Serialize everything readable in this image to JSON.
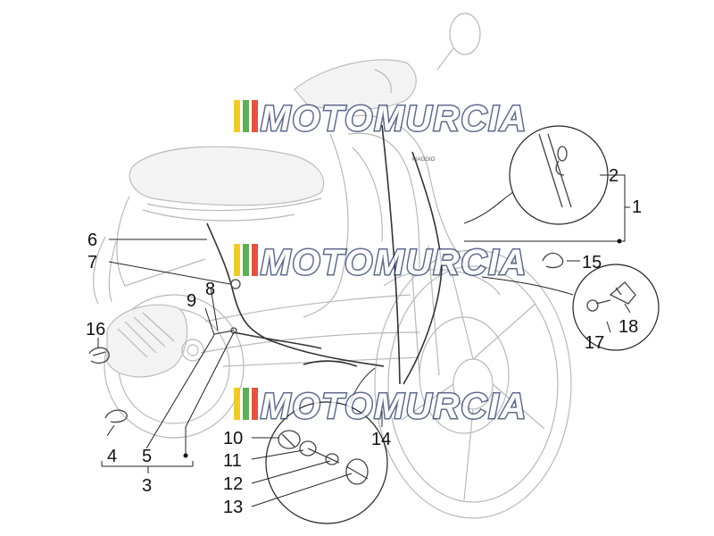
{
  "watermark": {
    "text": "MOTOMURCIA",
    "colors": [
      "#f2c200",
      "#3fa535",
      "#e53222"
    ],
    "outline": "#2f3e6c"
  },
  "brand_label": "PIAGGIO",
  "callouts": [
    {
      "id": "1",
      "text": "1"
    },
    {
      "id": "2",
      "text": "2"
    },
    {
      "id": "3",
      "text": "3"
    },
    {
      "id": "4",
      "text": "4"
    },
    {
      "id": "5",
      "text": "5"
    },
    {
      "id": "6",
      "text": "6"
    },
    {
      "id": "7",
      "text": "7"
    },
    {
      "id": "8",
      "text": "8"
    },
    {
      "id": "9",
      "text": "9"
    },
    {
      "id": "10",
      "text": "10"
    },
    {
      "id": "11",
      "text": "11"
    },
    {
      "id": "12",
      "text": "12"
    },
    {
      "id": "13",
      "text": "13"
    },
    {
      "id": "14",
      "text": "14"
    },
    {
      "id": "15",
      "text": "15"
    },
    {
      "id": "16",
      "text": "16"
    },
    {
      "id": "17",
      "text": "17"
    },
    {
      "id": "18",
      "text": "18"
    }
  ]
}
